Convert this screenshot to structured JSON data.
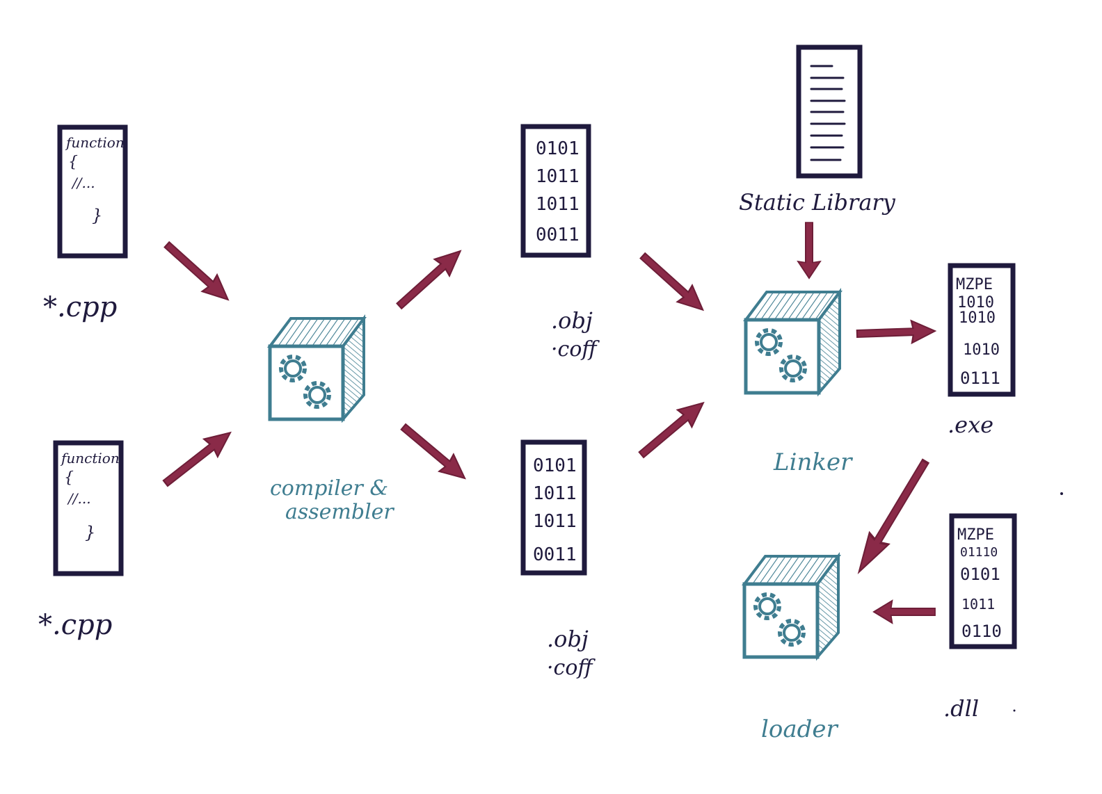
{
  "colors": {
    "ink": "#1f1a3d",
    "teal": "#3f7d90",
    "arrow": "#8a2a48"
  },
  "sources": [
    {
      "lines": [
        "function",
        "{",
        "//...",
        "}"
      ],
      "label": "*.cpp"
    },
    {
      "lines": [
        "function",
        "{",
        "//...",
        "}"
      ],
      "label": "*.cpp"
    }
  ],
  "objects": [
    {
      "lines": [
        "0101",
        "1011",
        "1011",
        "0011"
      ],
      "label_line1": ".obj",
      "label_line2": "·coff"
    },
    {
      "lines": [
        "0101",
        "1011",
        "1011",
        "0011"
      ],
      "label_line1": ".obj",
      "label_line2": "·coff"
    }
  ],
  "static_library": {
    "label": "Static Library"
  },
  "exe": {
    "lines": [
      "MZPE",
      "1010",
      "1010",
      "1010",
      "0111"
    ],
    "label": ".exe"
  },
  "dll": {
    "lines": [
      "MZPE",
      "01110",
      "0101",
      "1011",
      "0110"
    ],
    "label": ".dll"
  },
  "tools": {
    "compiler": {
      "line1": "compiler &",
      "line2": "assembler",
      "icon": "gears-box-icon"
    },
    "linker": {
      "label": "Linker",
      "icon": "gears-box-icon"
    },
    "loader": {
      "label": "loader",
      "icon": "gears-box-icon"
    }
  }
}
